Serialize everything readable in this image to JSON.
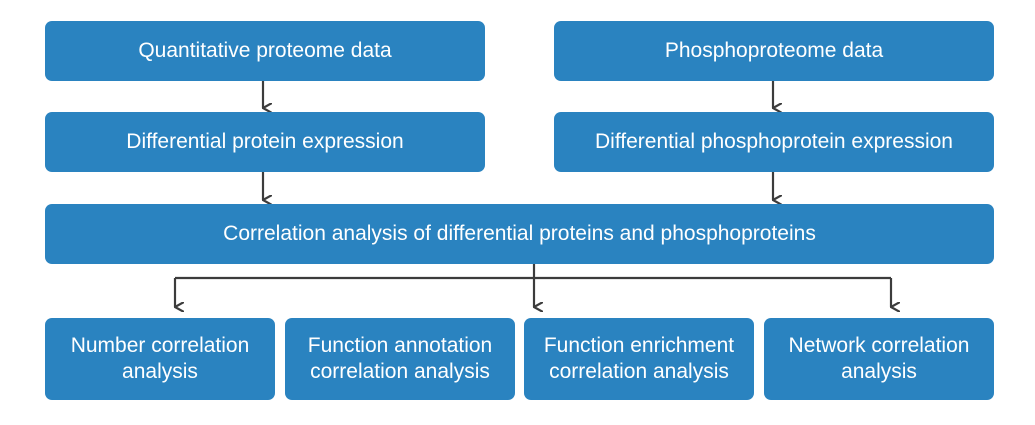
{
  "colors": {
    "box_fill": "#2a83c0",
    "box_text": "#ffffff",
    "connector": "#3c3c3c"
  },
  "nodes": {
    "quant": {
      "label": "Quantitative proteome data"
    },
    "phospho": {
      "label": "Phosphoproteome data"
    },
    "diff_protein": {
      "label": "Differential protein expression"
    },
    "diff_phospho": {
      "label": "Differential phosphoprotein expression"
    },
    "correlation": {
      "label": "Correlation analysis of differential proteins and phosphoproteins"
    },
    "number": {
      "line1": "Number correlation",
      "line2": "analysis"
    },
    "annotation": {
      "line1": "Function annotation",
      "line2": "correlation analysis"
    },
    "enrichment": {
      "line1": "Function enrichment",
      "line2": "correlation analysis"
    },
    "network": {
      "line1": "Network correlation",
      "line2": "analysis"
    }
  }
}
